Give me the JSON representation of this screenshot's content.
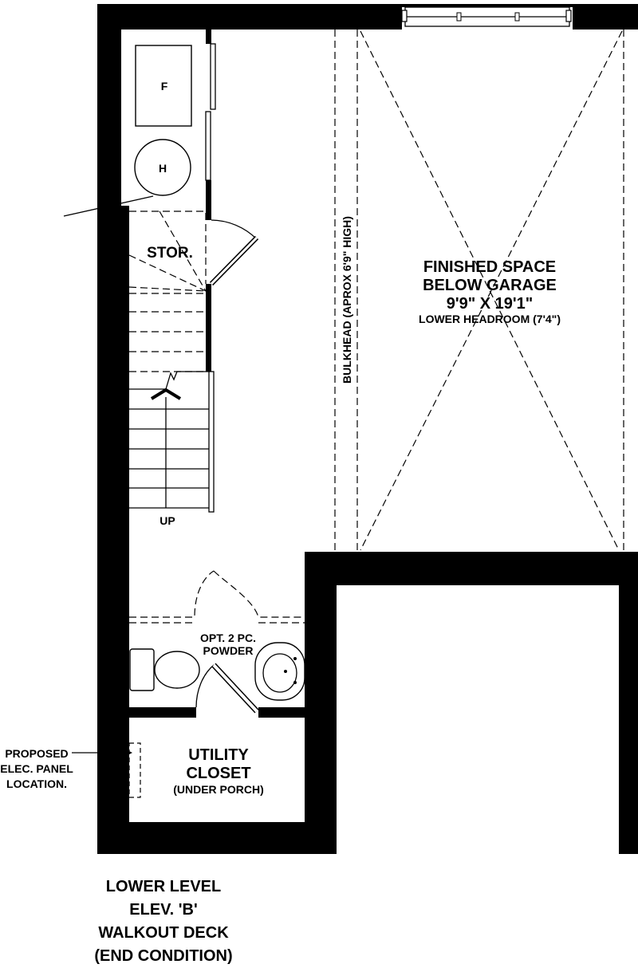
{
  "rooms": {
    "storage": {
      "label": "STOR."
    },
    "furnace": {
      "label": "F"
    },
    "heater": {
      "label": "H"
    },
    "stairs": {
      "label": "UP"
    },
    "bulkhead": {
      "label": "BULKHEAD (APROX 6'9\" HIGH)"
    },
    "finished_space": {
      "line1": "FINISHED SPACE",
      "line2": "BELOW GARAGE",
      "dimensions": "9'9\" X 19'1\"",
      "headroom": "LOWER HEADROOM (7'4\")"
    },
    "powder": {
      "line1": "OPT. 2 PC.",
      "line2": "POWDER"
    },
    "utility": {
      "line1": "UTILITY",
      "line2": "CLOSET",
      "line3": "(UNDER PORCH)"
    }
  },
  "elec_panel": {
    "line1": "PROPOSED",
    "line2": "ELEC. PANEL",
    "line3": "LOCATION."
  },
  "caption": {
    "line1": "LOWER LEVEL",
    "line2": "ELEV. 'B'",
    "line3": "WALKOUT DECK",
    "line4": "(END CONDITION)"
  }
}
